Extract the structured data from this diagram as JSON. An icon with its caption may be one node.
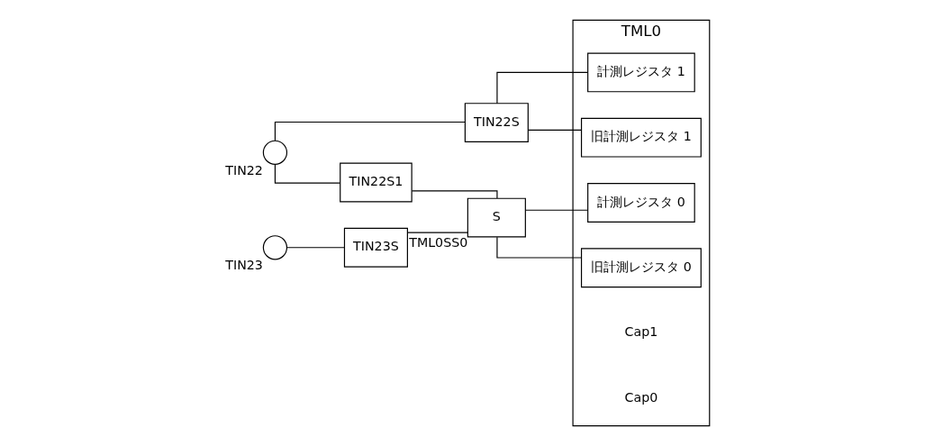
{
  "diagram": {
    "nodes": [
      {
        "text": [
          "TML0"
        ]
      },
      {
        "text": [],
        "shape": "circle",
        "beside": [
          "TIN22"
        ]
      },
      {
        "text": [
          "TIN22S"
        ]
      },
      {
        "text": [
          "TIN22S1"
        ]
      },
      {
        "text": [
          "S"
        ],
        "beside": [
          "TML0SS0"
        ]
      },
      {
        "text": [],
        "shape": "circle",
        "beside": [
          "TIN23"
        ]
      },
      {
        "text": [
          "TIN23S"
        ]
      },
      {
        "text": [
          "計測レジスタ 1"
        ],
        "in": 0
      },
      {
        "text": [
          "旧計測レジスタ 1"
        ],
        "in": 0
      },
      {
        "text": [
          "計測レジスタ 0"
        ],
        "in": 0
      },
      {
        "text": [
          "旧計測レジスタ 0"
        ],
        "in": 0
      }
    ],
    "edges": [
      {
        "from": 1,
        "to": 2,
        "arrow": "none"
      },
      {
        "from": 1,
        "to": 3,
        "arrow": "none"
      },
      {
        "from": 2,
        "to": 7,
        "arrow": "none"
      },
      {
        "from": 2,
        "to": 8,
        "arrow": "none"
      },
      {
        "from": 3,
        "to": 4,
        "arrow": "none"
      },
      {
        "from": 5,
        "to": 6,
        "arrow": "none"
      },
      {
        "from": 6,
        "to": 4,
        "arrow": "none"
      },
      {
        "from": 4,
        "to": 9,
        "arrow": "none"
      },
      {
        "from": 4,
        "to": 10,
        "arrow": "none"
      }
    ],
    "labels": [
      "Cap1",
      "Cap0"
    ]
  }
}
